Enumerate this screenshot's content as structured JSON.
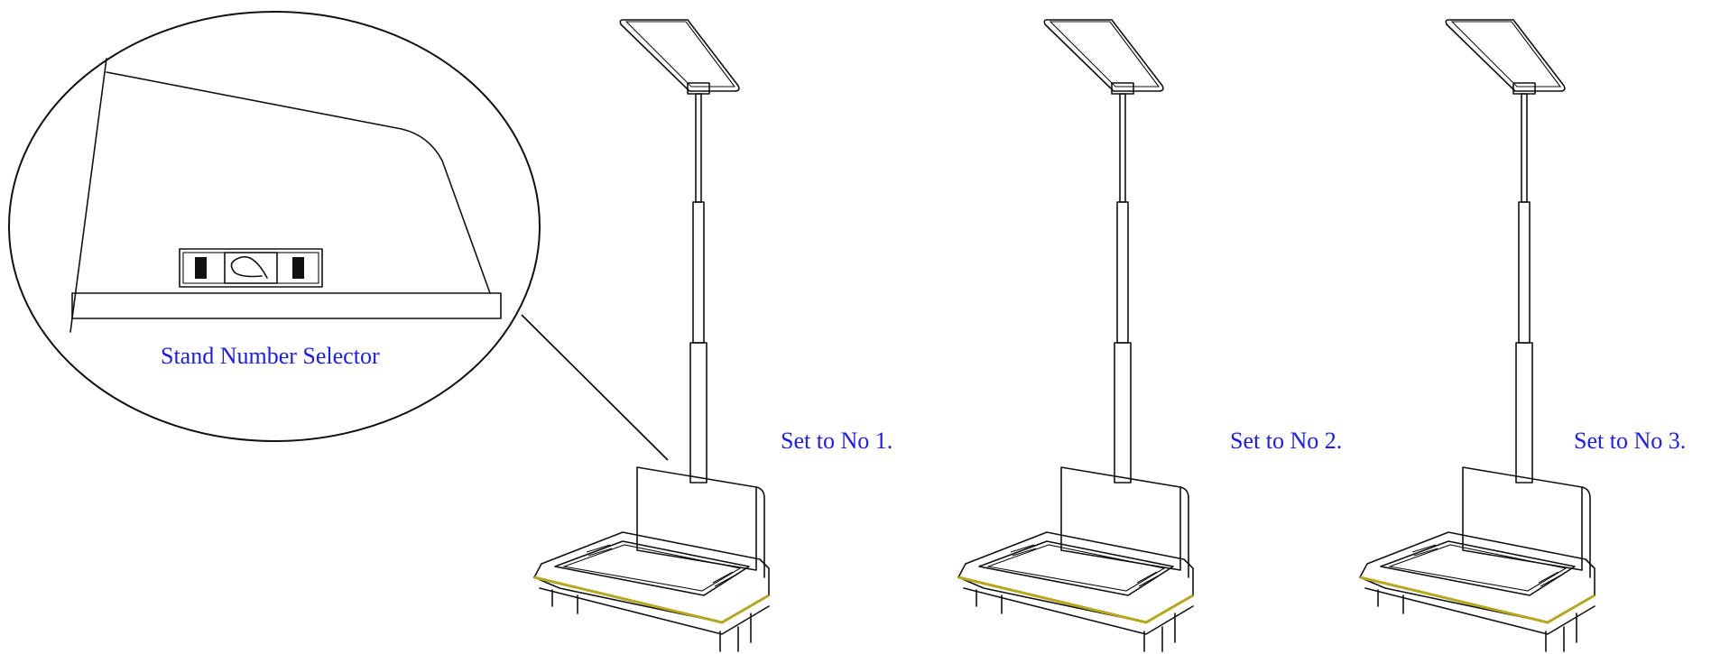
{
  "callout": {
    "label": "Stand Number Selector"
  },
  "stands": [
    {
      "label": "Set to No 1."
    },
    {
      "label": "Set to No 2."
    },
    {
      "label": "Set to No 3."
    }
  ],
  "colors": {
    "label_text": "#1a1aff",
    "line": "#111111",
    "accent_stripe": "#b5a81e"
  },
  "icons": {
    "selector_switch": "rotary-switch-icon"
  }
}
